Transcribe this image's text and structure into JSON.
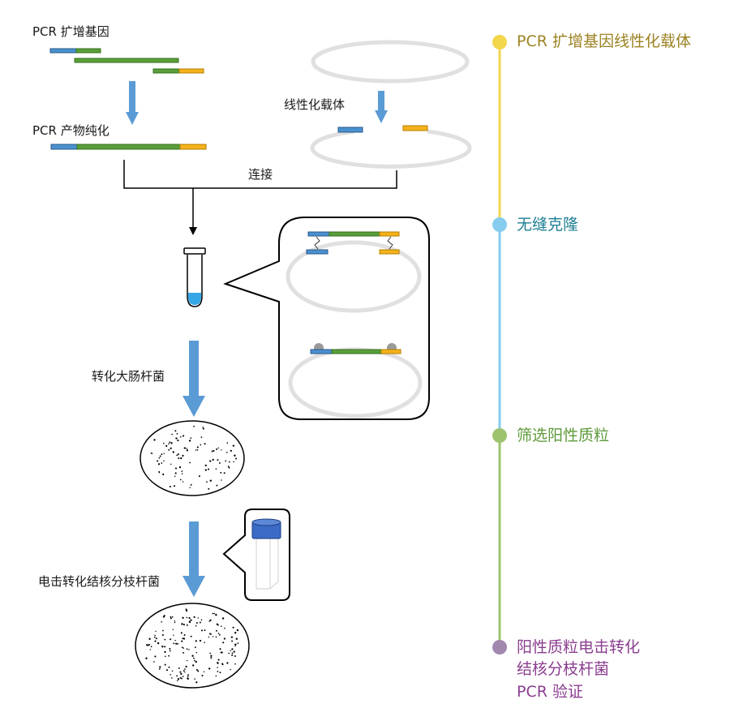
{
  "diagram": {
    "labels": {
      "pcr_amplify": "PCR 扩增基因",
      "linear_vector": "线性化载体",
      "pcr_purify": "PCR 产物纯化",
      "ligation": "连接",
      "transform_ecoli": "转化大肠杆菌",
      "electro_transform": "电击转化结核分枝杆菌"
    }
  },
  "timeline": {
    "steps": [
      {
        "text": "PCR 扩增基因线性化载体",
        "color": "#9c8323",
        "dot": "#f2d64b"
      },
      {
        "text": "无缝克隆",
        "color": "#1c7f93",
        "dot": "#86ccef"
      },
      {
        "text": "筛选阳性质粒",
        "color": "#5e9a3a",
        "dot": "#9cc46f"
      },
      {
        "line1": "阳性质粒电击转化",
        "line2": "结核分枝杆菌",
        "line3": "PCR 验证",
        "color": "#8a3d8f",
        "dot": "#a088ae"
      }
    ],
    "segment_colors": [
      "#f2d64b",
      "#86ccef",
      "#9cc46f"
    ]
  },
  "colors": {
    "blue": "#4a90d0",
    "green": "#5a9e3a",
    "orange": "#f5b21b",
    "ring": "#e0e0e0",
    "arrow": "#5b9bd5",
    "tube_liquid": "#35a6e6",
    "vial_cap": "#3b6bc6"
  }
}
